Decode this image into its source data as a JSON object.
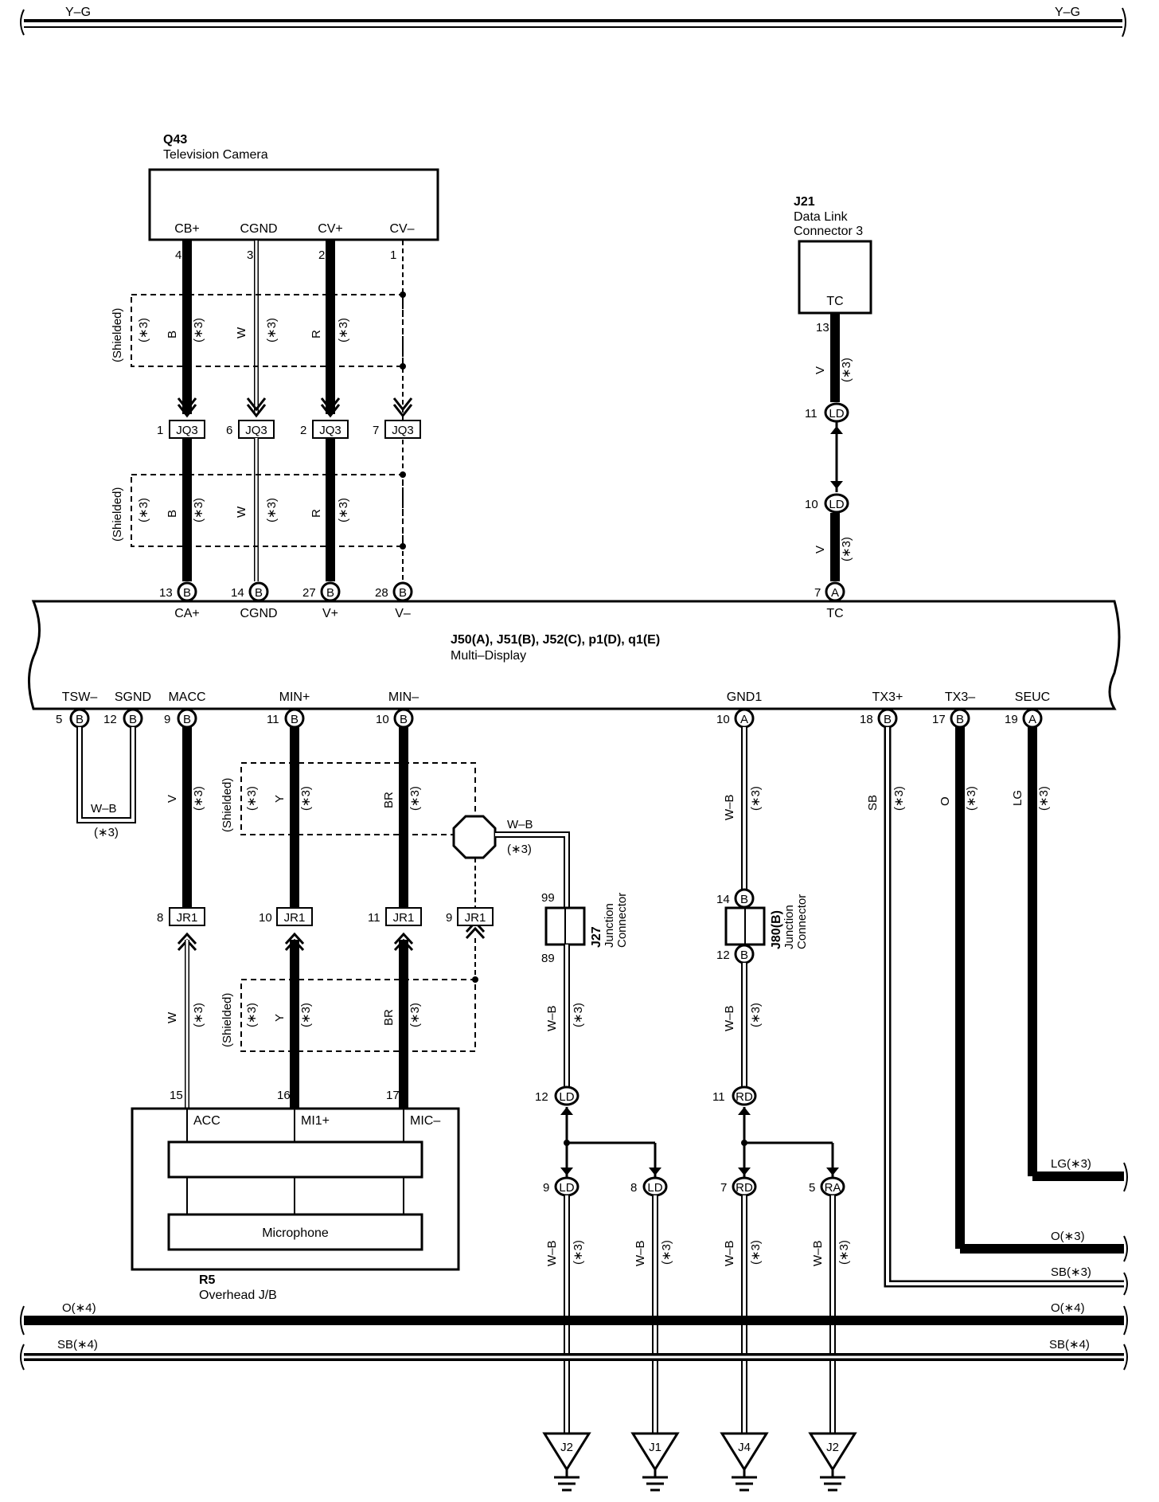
{
  "top_bus": {
    "left": "Y–G",
    "right": "Y–G"
  },
  "q43": {
    "id": "Q43",
    "name": "Television Camera",
    "pins": [
      "CB+",
      "CGND",
      "CV+",
      "CV–"
    ],
    "pin_numbers": [
      "4",
      "3",
      "2",
      "1"
    ]
  },
  "j21": {
    "id": "J21",
    "name_line1": "Data Link",
    "name_line2": "Connector 3",
    "pin": "TC",
    "pin_number": "13"
  },
  "shielded": "(Shielded)",
  "note": "(∗3)",
  "upper_wire_colors": [
    "B",
    "W",
    "R"
  ],
  "jq3": {
    "label": "JQ3",
    "pins": [
      "1",
      "6",
      "2",
      "7"
    ]
  },
  "tc_wire": {
    "color": "V",
    "ld_top": {
      "pin": "11",
      "label": "LD"
    },
    "ld_bottom": {
      "pin": "10",
      "label": "LD"
    }
  },
  "md_top_pins": [
    {
      "num": "13",
      "conn": "B",
      "label": "CA+"
    },
    {
      "num": "14",
      "conn": "B",
      "label": "CGND"
    },
    {
      "num": "27",
      "conn": "B",
      "label": "V+"
    },
    {
      "num": "28",
      "conn": "B",
      "label": "V–"
    },
    {
      "num": "7",
      "conn": "A",
      "label": "TC"
    }
  ],
  "multi_display": {
    "line1": "J50(A), J51(B), J52(C), p1(D), q1(E)",
    "line2": "Multi–Display"
  },
  "md_bottom_pins": [
    {
      "num": "5",
      "conn": "B",
      "label": "TSW–"
    },
    {
      "num": "12",
      "conn": "B",
      "label": "SGND"
    },
    {
      "num": "9",
      "conn": "B",
      "label": "MACC"
    },
    {
      "num": "11",
      "conn": "B",
      "label": "MIN+"
    },
    {
      "num": "10",
      "conn": "B",
      "label": "MIN–"
    },
    {
      "num": "10",
      "conn": "A",
      "label": "GND1"
    },
    {
      "num": "18",
      "conn": "B",
      "label": "TX3+"
    },
    {
      "num": "17",
      "conn": "B",
      "label": "TX3–"
    },
    {
      "num": "19",
      "conn": "A",
      "label": "SEUC"
    }
  ],
  "wire_colors": {
    "tsw": "W–B",
    "macc": "V",
    "min_plus": "Y",
    "min_minus": "BR",
    "shield": "W–B",
    "gnd1": "W–B",
    "tx3_plus": "SB",
    "tx3_minus": "O",
    "seuc": "LG",
    "acc": "W",
    "ground": "W–B"
  },
  "jr1": {
    "label": "JR1",
    "pins": [
      "8",
      "10",
      "11",
      "9"
    ]
  },
  "j27": {
    "id": "J27",
    "line1": "Junction",
    "line2": "Connector",
    "pin_top": "99",
    "pin_bottom": "89"
  },
  "j80": {
    "id": "J80(B)",
    "line1": "Junction",
    "line2": "Connector",
    "pin_top": "14",
    "pin_bottom": "12",
    "conn": "B"
  },
  "r5": {
    "id": "R5",
    "name": "Overhead J/B",
    "pins": [
      "ACC",
      "MI1+",
      "MIC–"
    ],
    "pin_numbers": [
      "15",
      "16",
      "17"
    ],
    "microphone": "Microphone"
  },
  "ld_lower": {
    "label": "LD",
    "pin": "12"
  },
  "rd_lower": {
    "label": "RD",
    "pin": "11"
  },
  "splices": [
    {
      "pin": "9",
      "label": "LD"
    },
    {
      "pin": "8",
      "label": "LD"
    },
    {
      "pin": "7",
      "label": "RD"
    },
    {
      "pin": "5",
      "label": "RA"
    }
  ],
  "grounds": [
    "J2",
    "J1",
    "J4",
    "J2"
  ],
  "right_bus": {
    "lg": "LG(∗3)",
    "o": "O(∗3)",
    "sb": "SB(∗3)"
  },
  "bottom_bus": {
    "o_left": "O(∗4)",
    "o_right": "O(∗4)",
    "sb_left": "SB(∗4)",
    "sb_right": "SB(∗4)"
  }
}
